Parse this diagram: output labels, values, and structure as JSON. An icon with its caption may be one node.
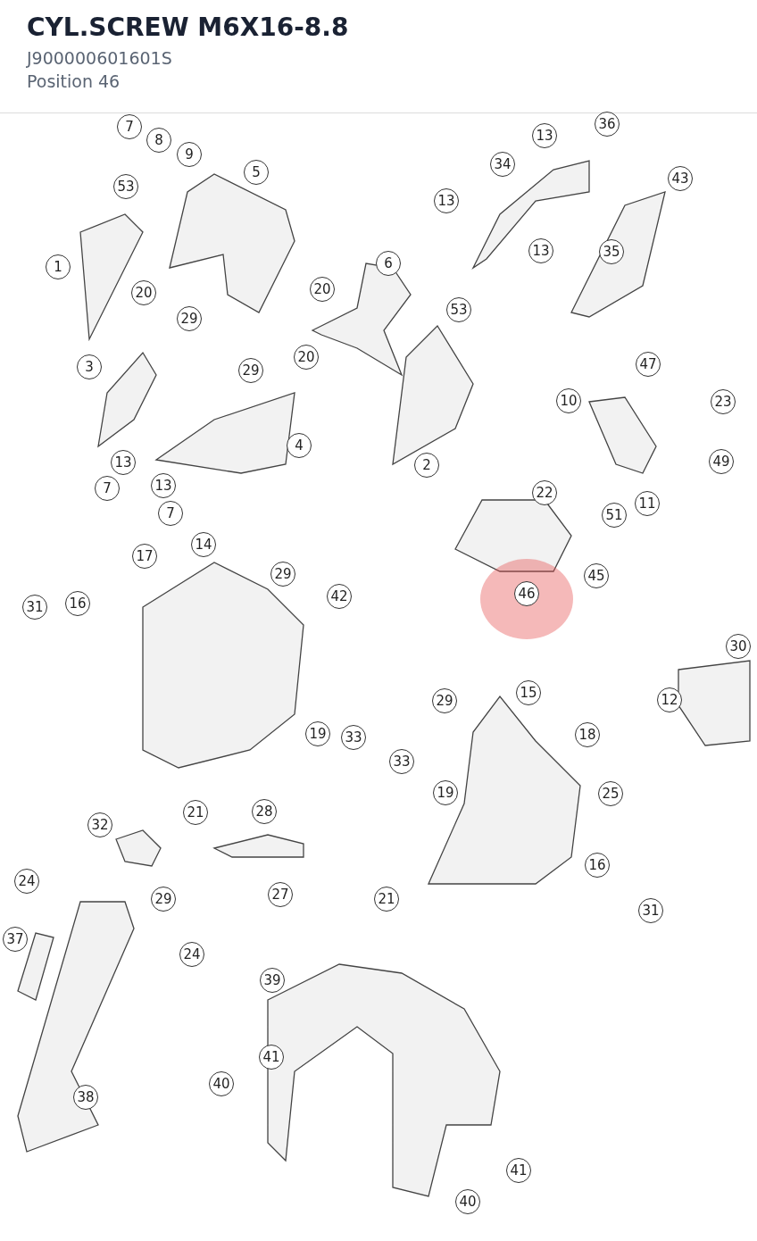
{
  "diagram": {
    "title": "CYL.SCREW M6X16-8.8",
    "labels": [
      "J900000601601S",
      "Position 46",
      "7",
      "8",
      "9",
      "5",
      "13",
      "36",
      "34",
      "13",
      "53",
      "43",
      "13",
      "35",
      "1",
      "6",
      "20",
      "20",
      "53",
      "29",
      "3",
      "29",
      "20",
      "47",
      "10",
      "23",
      "13",
      "4",
      "2",
      "49",
      "7",
      "13",
      "22",
      "11",
      "7",
      "51",
      "17",
      "14",
      "29",
      "42",
      "46",
      "45",
      "31",
      "16",
      "30",
      "29",
      "15",
      "12",
      "19",
      "33",
      "18",
      "33",
      "19",
      "25",
      "21",
      "28",
      "32",
      "16",
      "24",
      "29",
      "27",
      "21",
      "31",
      "37",
      "24",
      "39",
      "41",
      "40",
      "38",
      "41",
      "40"
    ]
  }
}
